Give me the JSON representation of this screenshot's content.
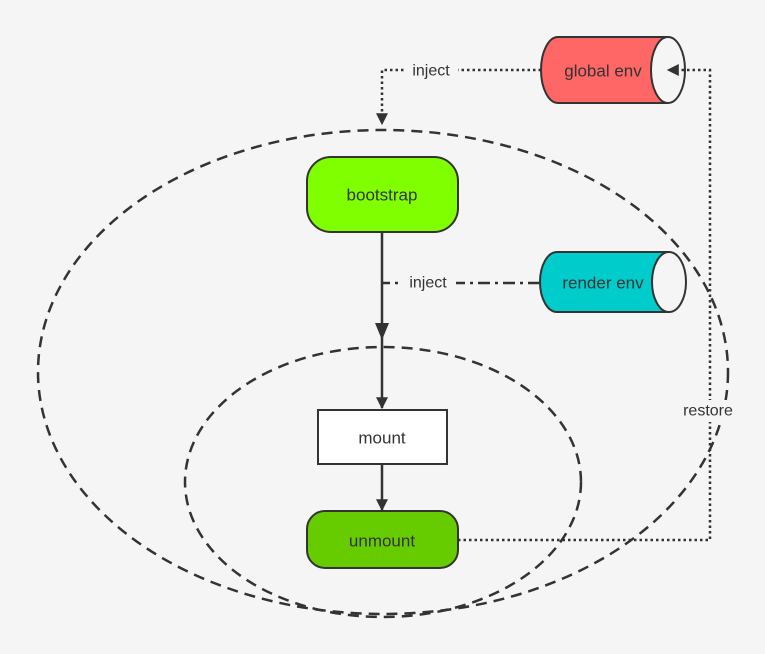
{
  "nodes": {
    "bootstrap": {
      "label": "bootstrap",
      "color": "#80ff00"
    },
    "mount": {
      "label": "mount",
      "color": "#ffffff"
    },
    "unmount": {
      "label": "unmount",
      "color": "#66cc00"
    },
    "global_env": {
      "label": "global env",
      "color": "#ff6666"
    },
    "render_env": {
      "label": "render env",
      "color": "#00cccc"
    }
  },
  "edges": {
    "inject_global": {
      "label": "inject"
    },
    "inject_render": {
      "label": "inject"
    },
    "restore": {
      "label": "restore"
    }
  },
  "colors": {
    "background": "#f5f5f5",
    "stroke": "#333333"
  }
}
